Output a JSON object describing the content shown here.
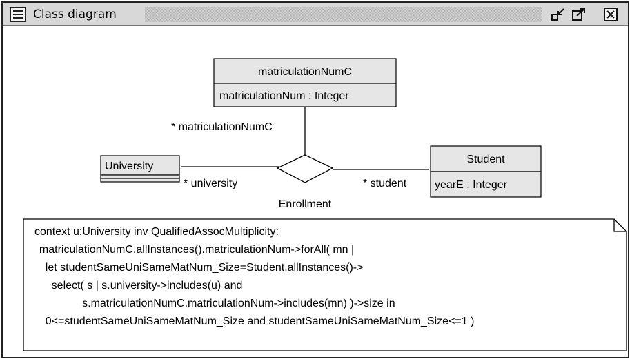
{
  "window": {
    "title": "Class diagram"
  },
  "icons": {
    "menu": "list-menu-icon",
    "minimize": "minimize-icon",
    "maximize": "maximize-icon",
    "close": "close-icon"
  },
  "diagram": {
    "classes": [
      {
        "id": "matriculationNumC",
        "name": "matriculationNumC",
        "attributes": [
          "matriculationNum : Integer"
        ]
      },
      {
        "id": "university",
        "name": "University",
        "attributes": []
      },
      {
        "id": "student",
        "name": "Student",
        "attributes": [
          "yearE : Integer"
        ]
      }
    ],
    "association": {
      "name": "Enrollment",
      "ends": {
        "matriculationNumC": "* matriculationNumC",
        "university": "* university",
        "student": "* student"
      }
    },
    "constraint": {
      "lines": [
        "context u:University inv QualifiedAssocMultiplicity:",
        "  matriculationNumC.allInstances().matriculationNum->forAll( mn |",
        "    let studentSameUniSameMatNum_Size=Student.allInstances()->",
        "      select( s | s.university->includes(u) and",
        "                s.matriculationNumC.matriculationNum->includes(mn) )->size in",
        "    0<=studentSameUniSameMatNum_Size and studentSameUniSameMatNum_Size<=1 )"
      ]
    }
  },
  "colors": {
    "class_fill": "#e6e6e6",
    "titlebar": "#d8d8d8",
    "line": "#000000"
  }
}
